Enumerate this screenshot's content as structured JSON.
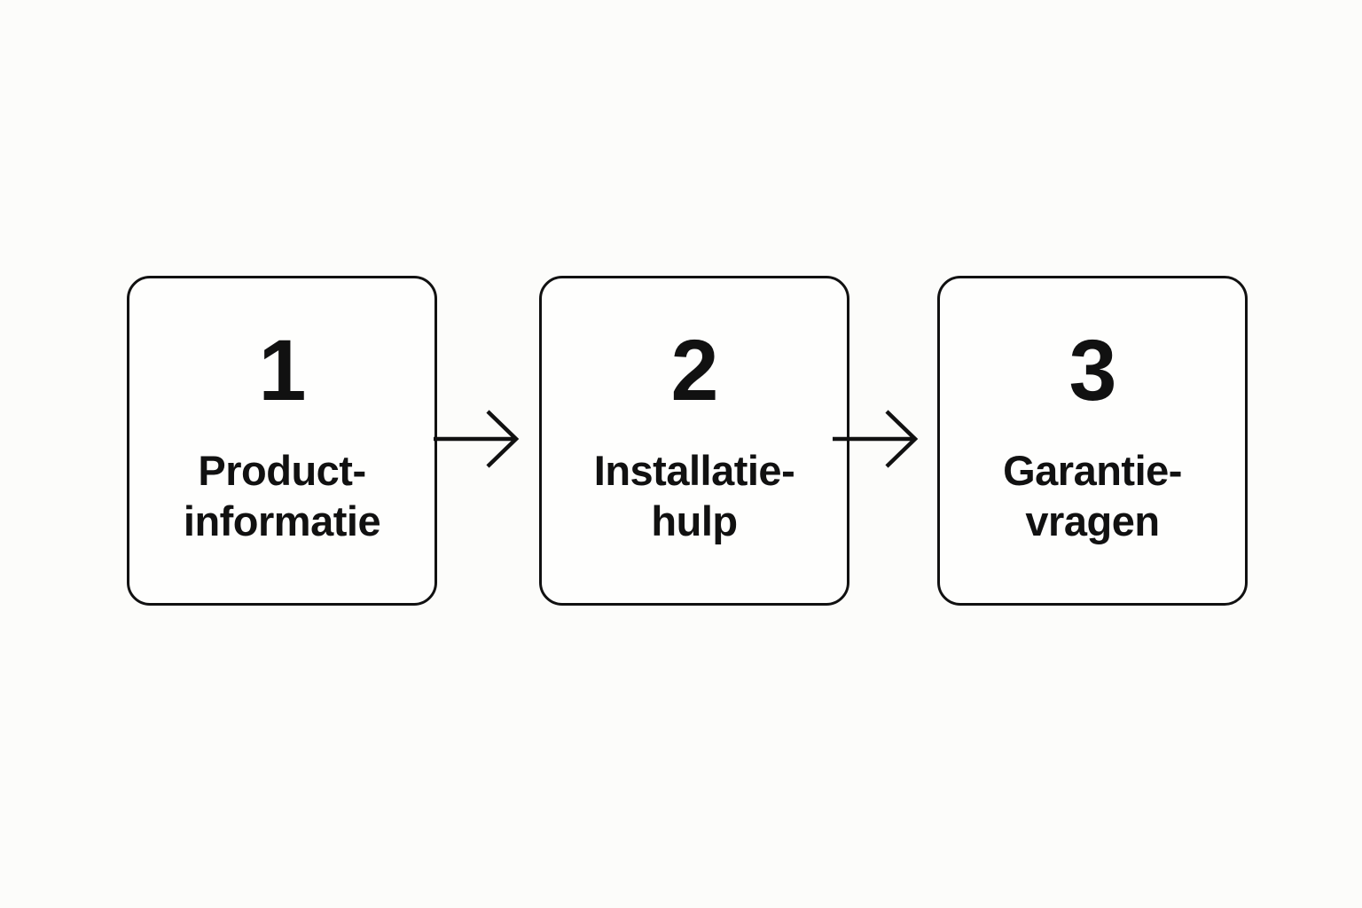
{
  "diagram": {
    "type": "horizontal-step-flow",
    "background_color": "#fcfcfa",
    "box_fill_color": "#fefefd",
    "stroke_color": "#111111",
    "steps": [
      {
        "number": "1",
        "label": "Product-\ninformatie"
      },
      {
        "number": "2",
        "label": "Installatie-\nhulp"
      },
      {
        "number": "3",
        "label": "Garantie-\nvragen"
      }
    ],
    "connectors": [
      {
        "from": "1",
        "to": "2",
        "style": "open-arrow-right"
      },
      {
        "from": "2",
        "to": "3",
        "style": "open-arrow-right"
      }
    ]
  }
}
